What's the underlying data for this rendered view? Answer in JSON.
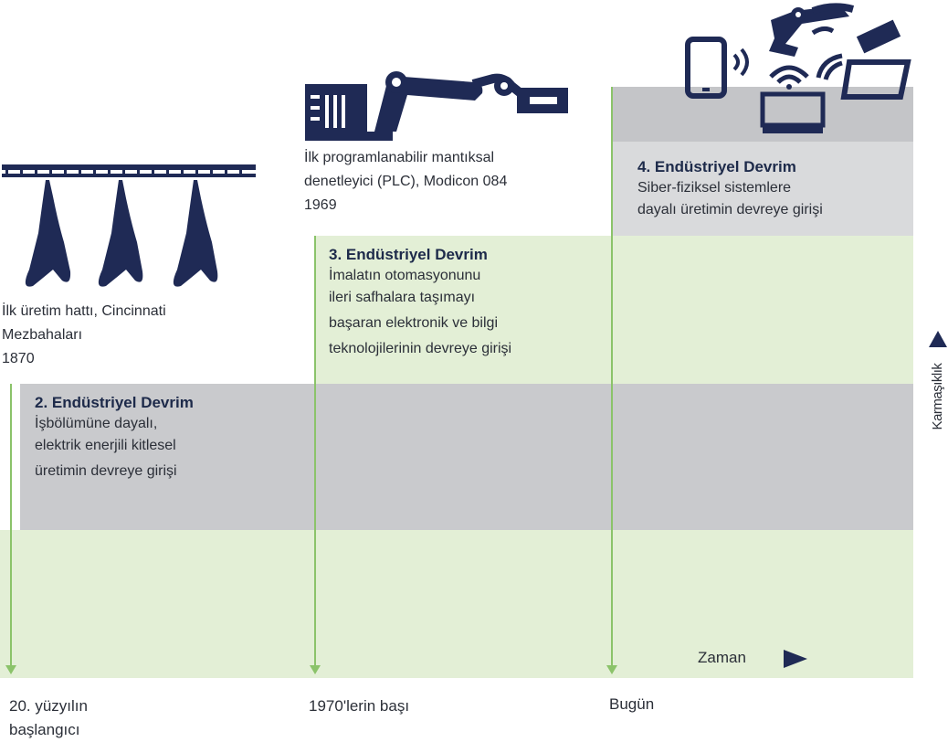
{
  "stages": {
    "stage2": {
      "note_line1": "İlk üretim hattı, Cincinnati",
      "note_line2": "Mezbahaları",
      "note_year": "1870",
      "title": "2. Endüstriyel Devrim",
      "desc_line1": "İşbölümüne dayalı,",
      "desc_line2": "elektrik enerjili kitlesel",
      "desc_line3": "üretimin devreye girişi"
    },
    "stage3": {
      "note_line1": "İlk programlanabilir mantıksal",
      "note_line2": "denetleyici (PLC), Modicon 084",
      "note_year": "1969",
      "title": "3. Endüstriyel Devrim",
      "desc_line1": "İmalatın otomasyonunu",
      "desc_line2": "ileri safhalara taşımayı",
      "desc_line3": "başaran elektronik ve bilgi",
      "desc_line4": "teknolojilerinin devreye girişi"
    },
    "stage4": {
      "title": "4. Endüstriyel Devrim",
      "desc_line1": "Siber-fiziksel sistemlere",
      "desc_line2": "dayalı üretimin devreye girişi"
    }
  },
  "axis": {
    "time_label": "Zaman",
    "complexity_label": "Karmaşıklık"
  },
  "timeline": {
    "label1_line1": "20. yüzyılın",
    "label1_line2": "başlangıcı",
    "label2": "1970'lerin başı",
    "label3": "Bugün"
  },
  "colors": {
    "green_band": "#e3efd6",
    "gray_band": "#c9cacd",
    "navy_icons": "#1f2a55",
    "green_lines": "#8bc36a"
  },
  "icons": [
    "slaughterhouse-line-icon",
    "plc-robot-arm-icon",
    "robot-arm-icon",
    "smartphone-icon",
    "wifi-icon",
    "monitor-icon",
    "tablet-icon"
  ]
}
